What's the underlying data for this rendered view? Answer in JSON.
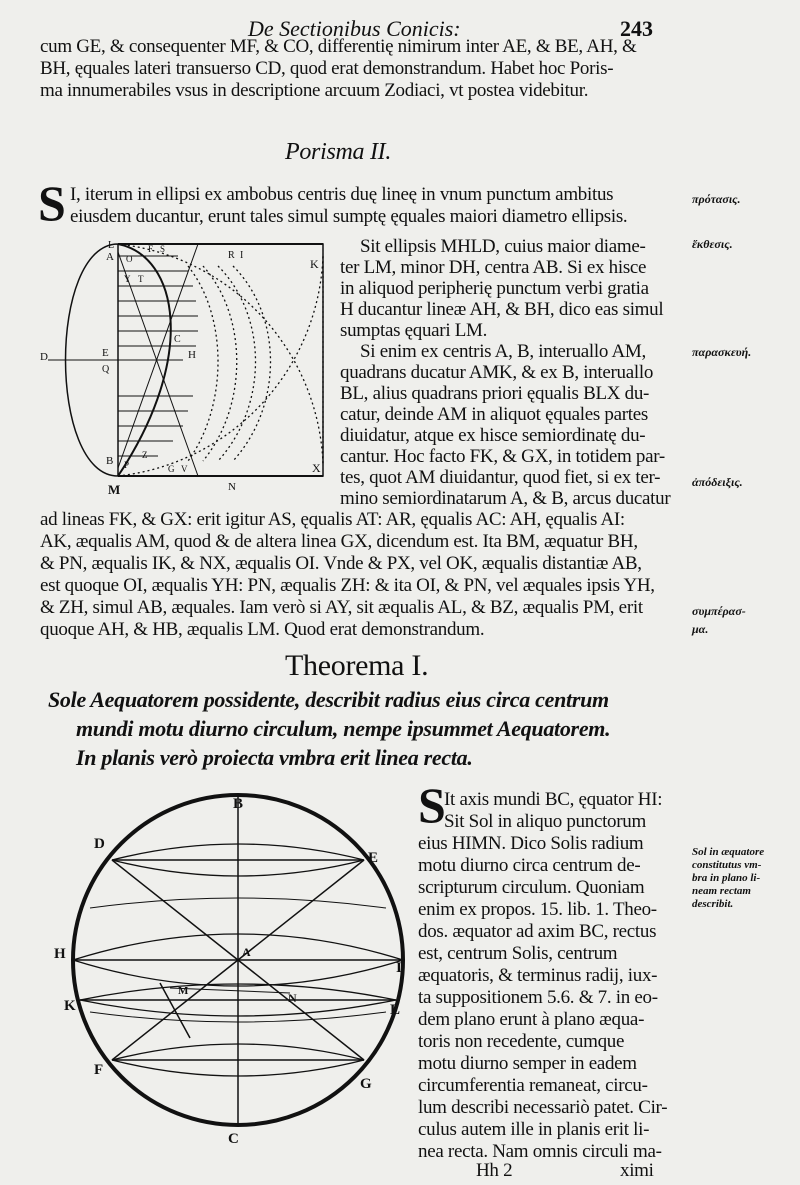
{
  "header": {
    "running_title": "De Sectionibus Conicis:",
    "page_number": "243"
  },
  "intro_lines": [
    "cum GE, & consequenter MF, & CO, differentię nimirum inter AE, & BE, AH, &",
    "BH, ęquales lateri transuerso CD, quod erat demonstrandum. Habet hoc Poris-",
    "ma innumerabiles vsus in descriptione arcuum Zodiaci, vt postea videbitur."
  ],
  "porisma": {
    "title": "Porisma II.",
    "drop_cap": "S",
    "lead_lines": [
      "I, iterum in ellipsi ex ambobus centris duę lineę in vnum punctum ambitus",
      "eiusdem ducantur, erunt tales simul sumptę ęquales maiori diametro ellipsis."
    ],
    "side_lines": [
      "Sit ellipsis MHLD, cuius maior diame-",
      "ter LM, minor DH, centra AB. Si ex hisce",
      "in aliquod peripherię punctum verbi gratia",
      "H ducantur lineæ AH, & BH, dico eas simul",
      "sumptas ęquari LM.",
      "Si enim ex centris A, B, interuallo AM,",
      "quadrans ducatur AMK, & ex B, interuallo",
      "BL, alius quadrans priori ęqualis BLX du-",
      "catur, deinde AM in aliquot ęquales partes",
      "diuidatur, atque ex hisce semiordinatę du-",
      "cantur. Hoc facto FK, & GX, in totidem par-",
      "tes, quot AM diuidantur, quod fiet, si ex ter-",
      "mino semiordinatarum A, & B, arcus ducatur"
    ],
    "full_lines": [
      "ad lineas FK, & GX: erit igitur AS, ęqualis AT: AR, ęqualis AC: AH, ęqualis AI:",
      "AK, æqualis AM, quod & de altera linea GX, dicendum est. Ita BM, æquatur BH,",
      "& PN, æqualis IK, & NX, æqualis OI. Vnde & PX, vel OK, æqualis distantiæ AB,",
      "est quoque OI, æqualis YH: PN, æqualis ZH: & ita OI, & PN, vel æquales ipsis YH,",
      "& ZH, simul AB, æquales. Iam verò si AY, sit æqualis AL, & BZ, æqualis PM, erit",
      "quoque AH, & HB, æqualis LM. Quod erat demonstrandum."
    ],
    "figure_labels": [
      "L",
      "A",
      "O",
      "F",
      "S",
      "R",
      "I",
      "K",
      "Y",
      "T",
      "D",
      "E",
      "Q",
      "C",
      "H",
      "B",
      "P",
      "Z",
      "G",
      "V",
      "N",
      "X",
      "M"
    ]
  },
  "theorema": {
    "title": "Theorema I.",
    "enunciation": [
      "Sole Aequatorem possidente, describit radius eius circa centrum",
      "mundi motu diurno circulum, nempe ipsummet Aequatorem.",
      "In planis verò proiecta vmbra erit linea recta."
    ],
    "drop_cap": "S",
    "body_lines": [
      "It axis mundi BC, ęquator HI:",
      "Sit Sol in aliquo punctorum",
      "eius HIMN. Dico Solis radium",
      "motu diurno circa centrum de-",
      "scripturum circulum. Quoniam",
      "enim ex propos. 15. lib. 1. Theo-",
      "dos. æquator ad axim BC, rectus",
      "est, centrum Solis, centrum",
      "æquatoris, & terminus radij, iux-",
      "ta suppositionem 5.6. & 7. in eo-",
      "dem plano erunt à plano æqua-",
      "toris non recedente, cumque",
      "motu diurno semper in eadem",
      "circumferentia remaneat, circu-",
      "lum describi necessariò patet. Cir-",
      "culus autem ille in planis erit li-",
      "nea recta. Nam omnis circuli ma-"
    ],
    "figure_labels": [
      "B",
      "D",
      "E",
      "H",
      "I",
      "A",
      "K",
      "M",
      "N",
      "L",
      "F",
      "G",
      "C"
    ]
  },
  "margin_notes": {
    "n1": "πρότασις.",
    "n2": "ἔκθεσις.",
    "n3": "παρασκευή.",
    "n4": "ἀπόδειξις.",
    "n5a": "συμπέρασ-",
    "n5b": "μα.",
    "n6": [
      "Sol in æquatore",
      "constitutus vm-",
      "bra in plano li-",
      "neam rectam",
      "describit."
    ]
  },
  "footer": {
    "signature": "Hh 2",
    "catchword": "ximi"
  }
}
